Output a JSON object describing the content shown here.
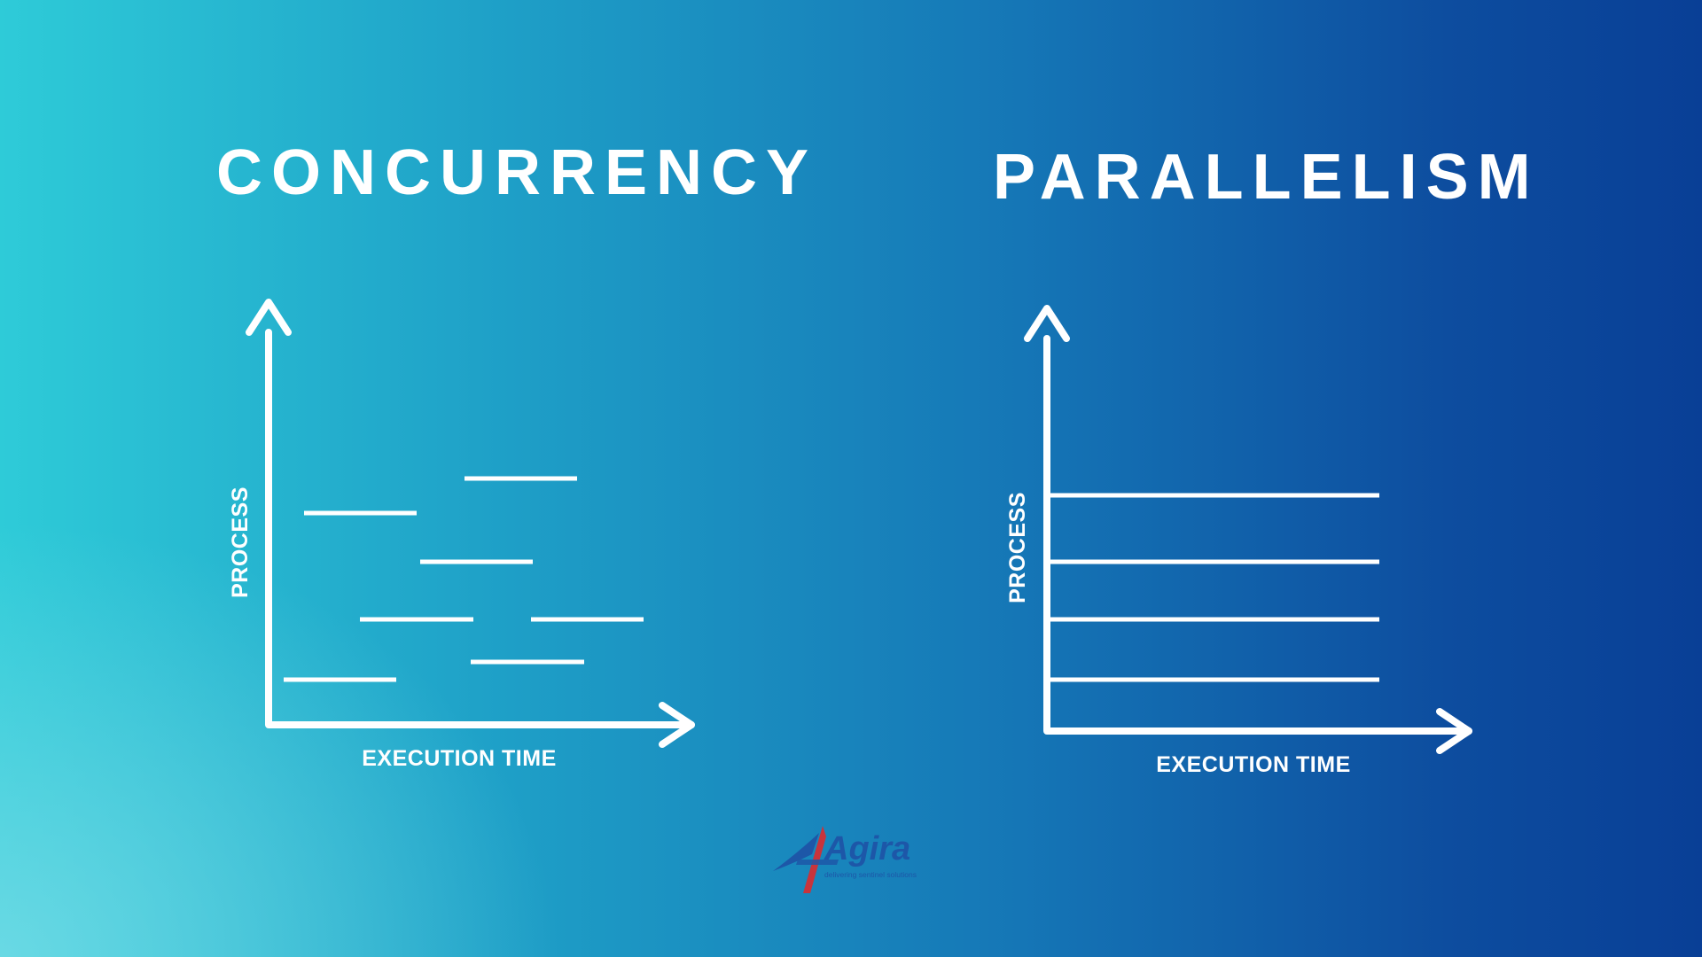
{
  "left_panel": {
    "title": "CONCURRENCY",
    "y_label": "PROCESS",
    "x_label": "EXECUTION TIME"
  },
  "right_panel": {
    "title": "PARALLELISM",
    "y_label": "PROCESS",
    "x_label": "EXECUTION TIME"
  },
  "logo": {
    "name": "Agira",
    "tagline": "delivering sentinel solutions"
  },
  "colors": {
    "foreground": "#ffffff",
    "gradient_start": "#2ecbd8",
    "gradient_end": "#093f96",
    "logo_blue": "#1d57a8",
    "logo_red": "#c8343c"
  }
}
